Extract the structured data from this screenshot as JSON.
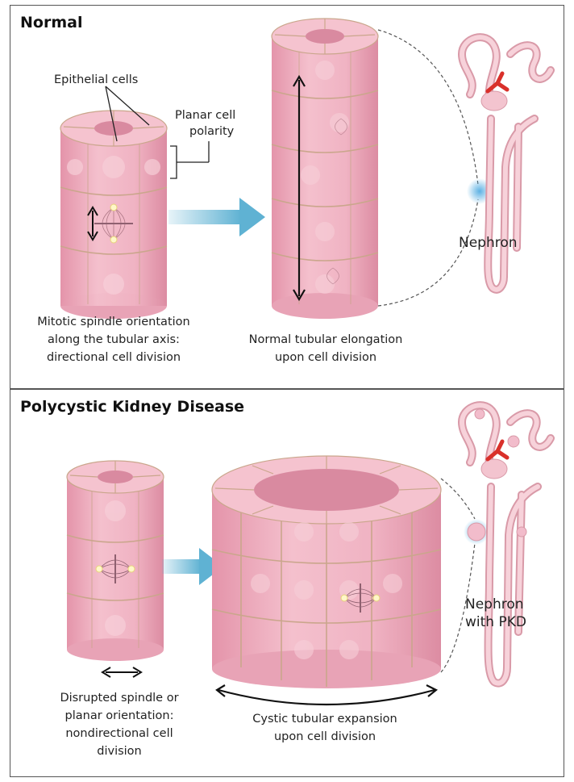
{
  "panels": {
    "top": {
      "title": "Normal",
      "labels": {
        "epithelial": "Epithelial cells",
        "planar_1": "Planar cell",
        "planar_2": "polarity",
        "mitotic_1": "Mitotic spindle orientation",
        "mitotic_2": "along the tubular axis:",
        "mitotic_3": "directional cell division",
        "elong_1": "Normal tubular elongation",
        "elong_2": "upon cell division",
        "nephron": "Nephron"
      }
    },
    "bottom": {
      "title": "Polycystic Kidney Disease",
      "labels": {
        "disrupted_1": "Disrupted spindle or",
        "disrupted_2": "planar orientation:",
        "disrupted_3": "nondirectional cell",
        "disrupted_4": "division",
        "cystic_1": "Cystic tubular expansion",
        "cystic_2": "upon cell division",
        "nephron_1": "Nephron",
        "nephron_2": "with PKD"
      }
    }
  },
  "colors": {
    "cell_fill": "#f1b8c6",
    "cell_dark": "#e398ad",
    "cell_border": "#caa68c",
    "arrow_blue": "#5fb2d3",
    "glomerulus": "#d9302a",
    "nephron_fill": "#f6cdd6"
  }
}
